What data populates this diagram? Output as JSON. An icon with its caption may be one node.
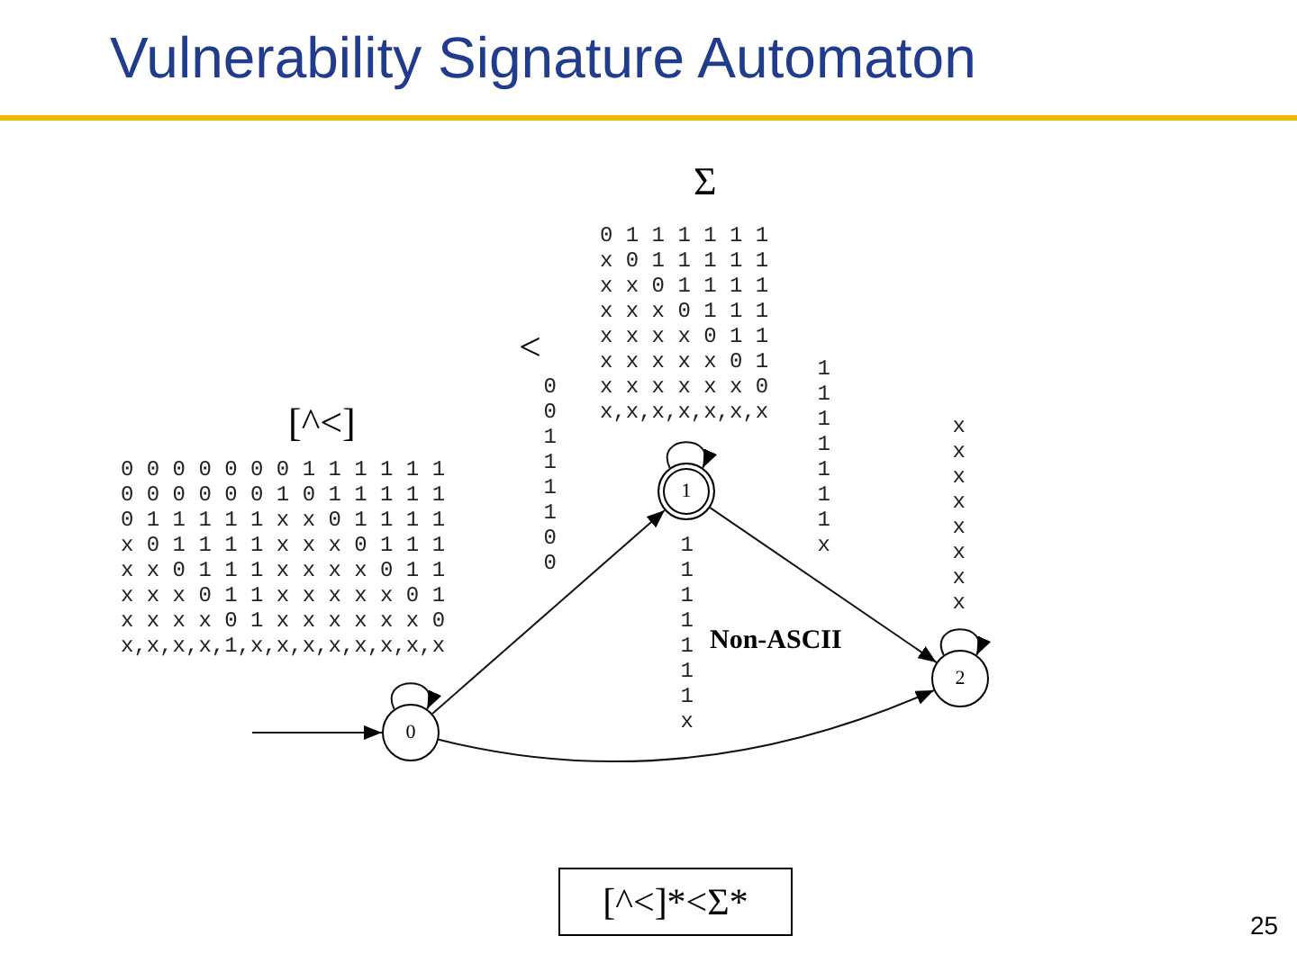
{
  "diagram": {
    "title": "Vulnerability Signature Automaton",
    "nodes": [
      {
        "text": [
          "0"
        ]
      },
      {
        "text": [
          "1"
        ]
      },
      {
        "text": [
          "2"
        ]
      },
      {
        "text": [
          "[^<]*<Σ*"
        ]
      }
    ],
    "edges": [
      {
        "from": null,
        "to": 0,
        "arrow": "to"
      },
      {
        "from": 0,
        "to": 0,
        "arrow": "to",
        "label": "0 0 0 0 0 0 0 1 1 1 1 1 1 0 0 0 0 0 0 1 0 1 1 1 1 1 0 1 1 1 1 1 x x 0 1 1 1 1 x 0 1 1 1 1 x x x 0 1 1 1 x x 0 1 1 1 x x x x 0 1 1 x x x 0 1 1 x x x x x 0 1 x x x x 0 1 x x x x x x 0 x,x,x,x,1,x,x,x,x,x,x,x,x"
      },
      {
        "from": 0,
        "to": 1,
        "arrow": "to",
        "label": "0 0 1 1 1 1 0 0"
      },
      {
        "from": 1,
        "to": 1,
        "arrow": "to",
        "label": "0 1 1 1 1 1 1 x 0 1 1 1 1 1 x x 0 1 1 1 1 x x x 0 1 1 1 x x x x 0 1 1 x x x x x 0 1 x x x x x x 0 x,x,x,x,x,x,x"
      },
      {
        "from": 1,
        "to": 2,
        "arrow": "to",
        "label": "1 1 1 1 1 1 1 x"
      },
      {
        "from": 2,
        "to": 2,
        "arrow": "to",
        "label": "x x x x x x x x"
      },
      {
        "from": 0,
        "to": 2,
        "arrow": "to",
        "label": "1 1 1 1 1 1 1 x"
      }
    ],
    "labels": [
      "Σ",
      "<",
      "[^<]",
      "Non-ASCII",
      "25"
    ]
  }
}
